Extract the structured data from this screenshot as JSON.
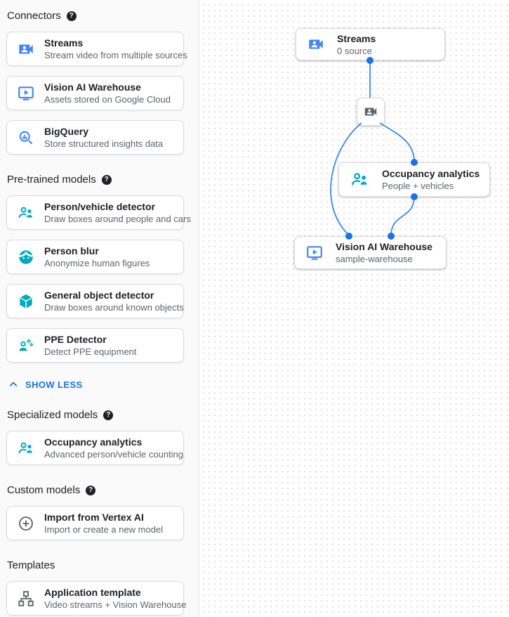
{
  "colors": {
    "connector_icon": "#4285f4",
    "model_icon": "#00acc1",
    "neutral_icon": "#5f6368",
    "link_blue": "#1a73e8",
    "edge_blue": "#4285f4",
    "card_border": "#dadce0",
    "title_text": "#202124",
    "subtitle_text": "#5f6368"
  },
  "sidebar": {
    "sections": {
      "connectors": {
        "title": "Connectors",
        "items": [
          {
            "icon": "video-camera-front-icon",
            "title": "Streams",
            "subtitle": "Stream video from multiple sources"
          },
          {
            "icon": "smart-display-icon",
            "title": "Vision AI Warehouse",
            "subtitle": "Assets stored on Google Cloud"
          },
          {
            "icon": "bigquery-search-icon",
            "title": "BigQuery",
            "subtitle": "Store structured insights data"
          }
        ]
      },
      "pretrained": {
        "title": "Pre-trained models",
        "items": [
          {
            "icon": "people-group-icon",
            "title": "Person/vehicle detector",
            "subtitle": "Draw boxes around people and cars"
          },
          {
            "icon": "face-icon",
            "title": "Person blur",
            "subtitle": "Anonymize human figures"
          },
          {
            "icon": "cube-icon",
            "title": "General object detector",
            "subtitle": "Draw boxes around known objects"
          },
          {
            "icon": "person-gear-icon",
            "title": "PPE Detector",
            "subtitle": "Detect PPE equipment"
          }
        ]
      },
      "specialized": {
        "title": "Specialized models",
        "items": [
          {
            "icon": "people-group-icon",
            "title": "Occupancy analytics",
            "subtitle": "Advanced person/vehicle counting"
          }
        ]
      },
      "custom": {
        "title": "Custom models",
        "items": [
          {
            "icon": "add-circle-icon",
            "title": "Import from Vertex AI",
            "subtitle": "Import or create a new model"
          }
        ]
      },
      "templates": {
        "title": "Templates",
        "items": [
          {
            "icon": "schema-icon",
            "title": "Application template",
            "subtitle": "Video streams + Vision Warehouse"
          }
        ]
      }
    },
    "show_less_label": "SHOW LESS"
  },
  "canvas": {
    "nodes": {
      "streams": {
        "icon": "video-camera-front-icon",
        "title": "Streams",
        "subtitle": "0 source"
      },
      "camera": {
        "icon": "video-camera-front-icon"
      },
      "occupancy": {
        "icon": "people-group-icon",
        "title": "Occupancy analytics",
        "subtitle": "People + vehicles"
      },
      "warehouse": {
        "icon": "smart-display-icon",
        "title": "Vision AI Warehouse",
        "subtitle": "sample-warehouse"
      }
    }
  }
}
